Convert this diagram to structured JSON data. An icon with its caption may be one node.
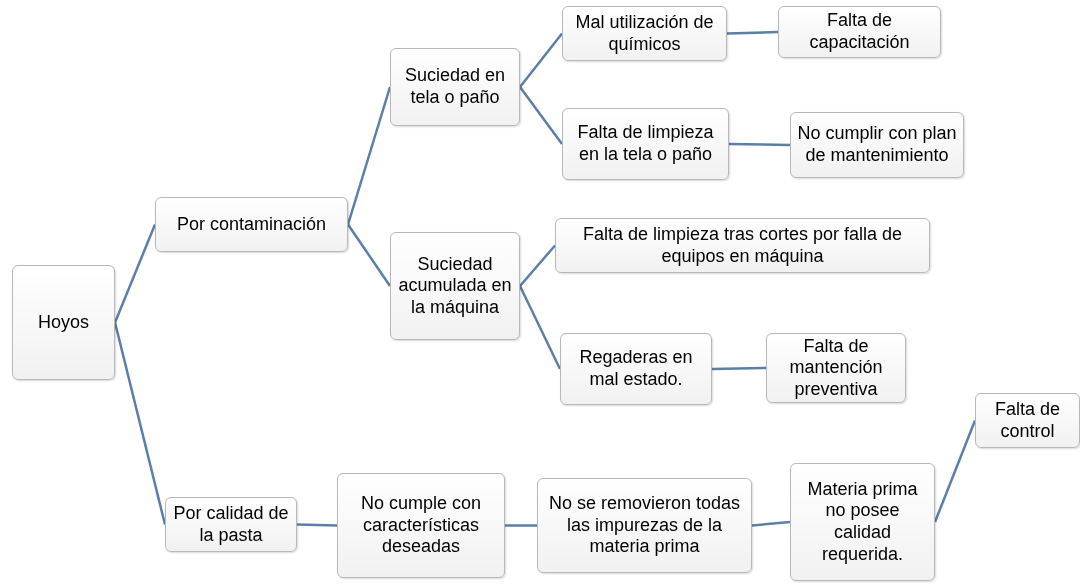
{
  "diagram": {
    "nodes": [
      {
        "text": [
          "Hoyos"
        ]
      },
      {
        "text": [
          "Por contaminación"
        ]
      },
      {
        "text": [
          "Por calidad de la pasta"
        ]
      },
      {
        "text": [
          "Suciedad en tela o paño"
        ]
      },
      {
        "text": [
          "Suciedad acumulada en la máquina"
        ]
      },
      {
        "text": [
          "Mal utilización de químicos"
        ]
      },
      {
        "text": [
          "Falta de limpieza en la tela o paño"
        ]
      },
      {
        "text": [
          "Falta de capacitación"
        ]
      },
      {
        "text": [
          "No cumplir con plan de mantenimiento"
        ]
      },
      {
        "text": [
          "Falta de limpieza tras cortes por falla de equipos en máquina"
        ]
      },
      {
        "text": [
          "Regaderas en mal estado."
        ]
      },
      {
        "text": [
          "Falta de mantención preventiva"
        ]
      },
      {
        "text": [
          "No cumple con características deseadas"
        ]
      },
      {
        "text": [
          "No se removieron todas las impurezas de la materia prima"
        ]
      },
      {
        "text": [
          "Materia prima no posee calidad requerida."
        ]
      },
      {
        "text": [
          "Falta de control"
        ]
      }
    ],
    "edges": [
      {
        "from": 0,
        "to": 1,
        "arrow": "none"
      },
      {
        "from": 0,
        "to": 2,
        "arrow": "none"
      },
      {
        "from": 1,
        "to": 3,
        "arrow": "none"
      },
      {
        "from": 1,
        "to": 4,
        "arrow": "none"
      },
      {
        "from": 3,
        "to": 5,
        "arrow": "none"
      },
      {
        "from": 3,
        "to": 6,
        "arrow": "none"
      },
      {
        "from": 5,
        "to": 7,
        "arrow": "none"
      },
      {
        "from": 6,
        "to": 8,
        "arrow": "none"
      },
      {
        "from": 4,
        "to": 9,
        "arrow": "none"
      },
      {
        "from": 4,
        "to": 10,
        "arrow": "none"
      },
      {
        "from": 10,
        "to": 11,
        "arrow": "none"
      },
      {
        "from": 2,
        "to": 12,
        "arrow": "none"
      },
      {
        "from": 12,
        "to": 13,
        "arrow": "none"
      },
      {
        "from": 13,
        "to": 14,
        "arrow": "none"
      },
      {
        "from": 14,
        "to": 15,
        "arrow": "none"
      }
    ]
  }
}
